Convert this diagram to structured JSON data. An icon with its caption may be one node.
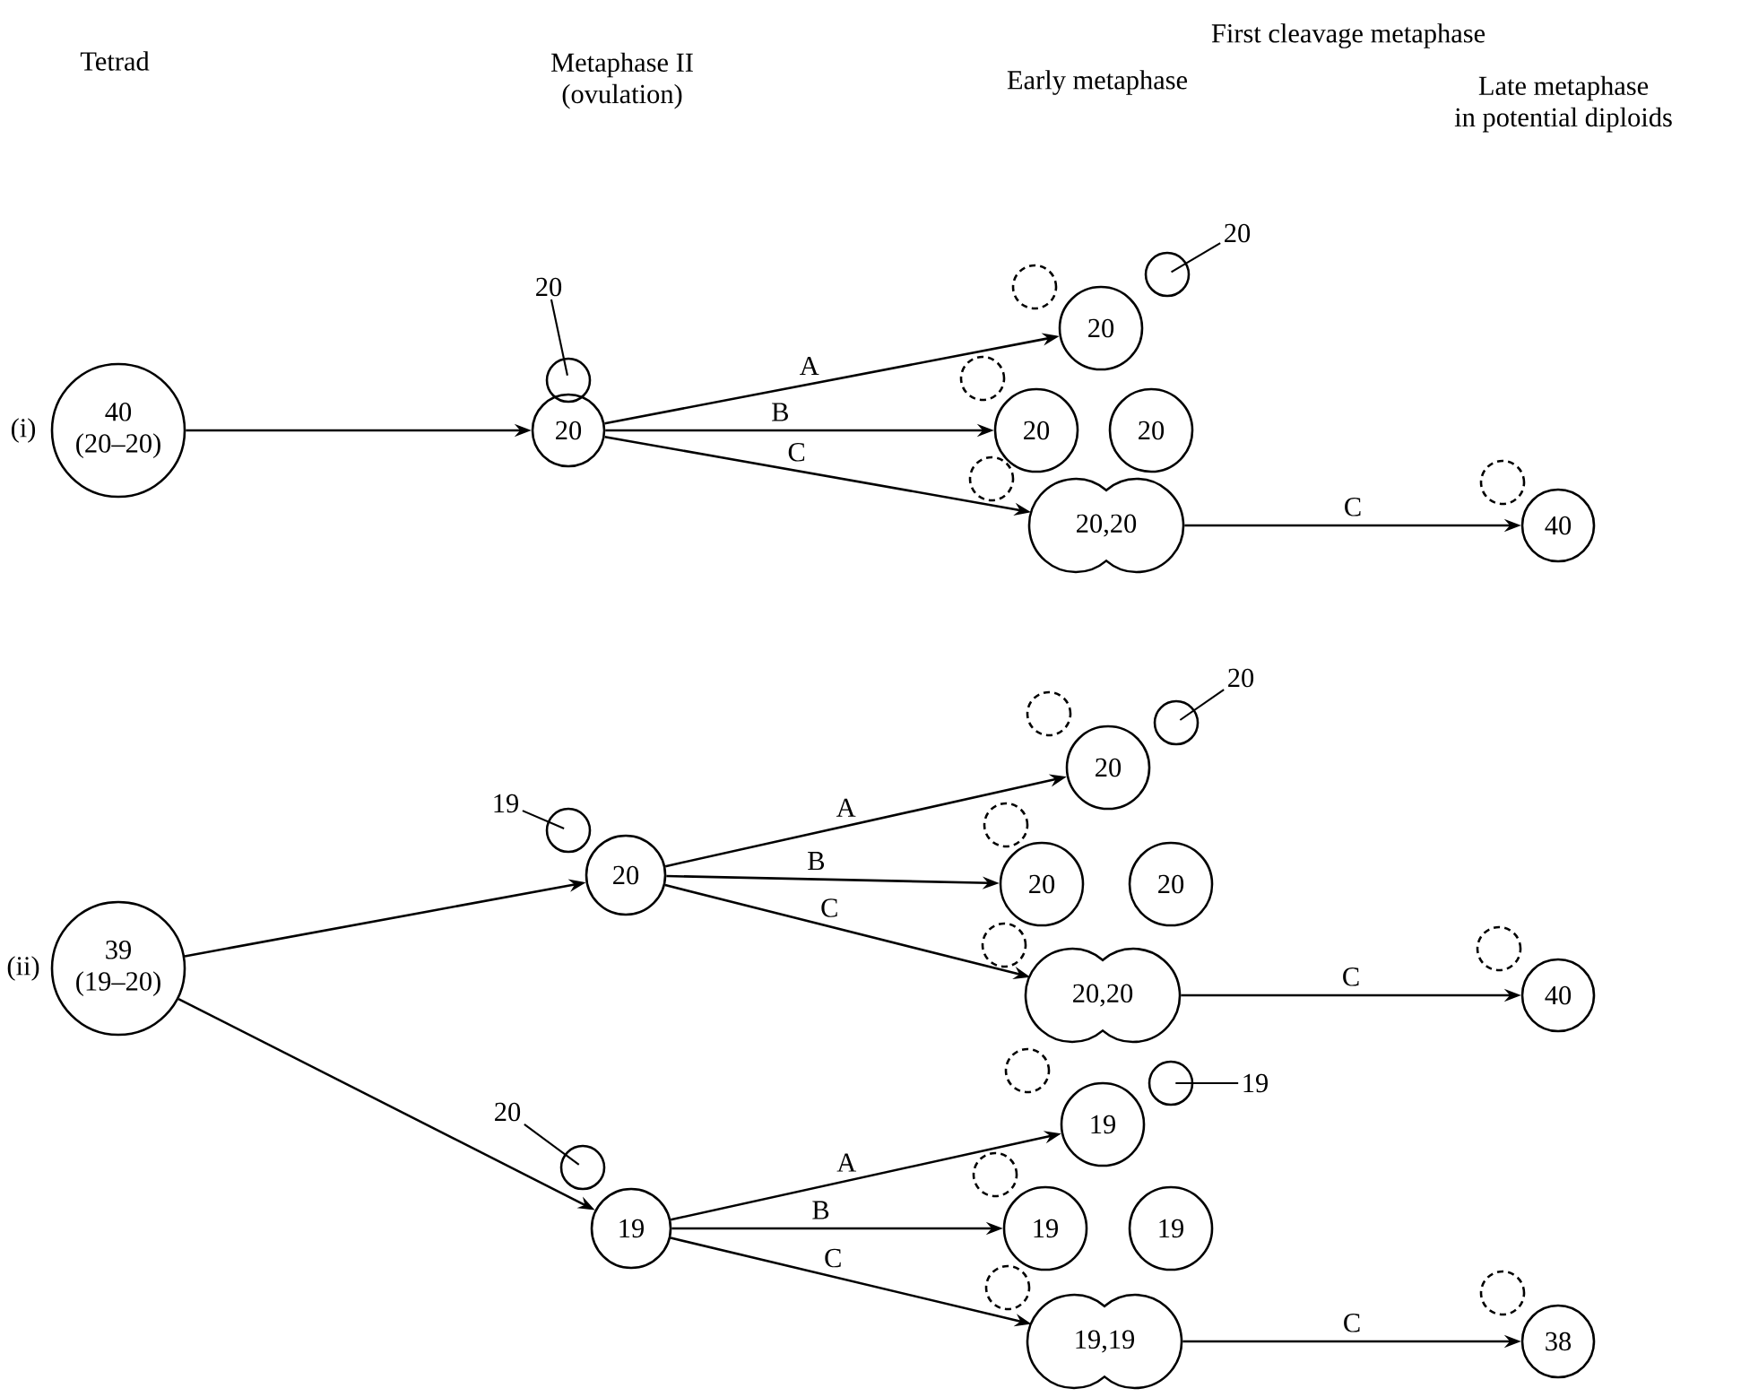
{
  "diagram": {
    "nodes": [
      {
        "text": [
          "40",
          "(20–20)"
        ]
      },
      {
        "text": [
          "20"
        ]
      },
      {
        "text": [],
        "shape": "circle"
      },
      {
        "text": [
          "20"
        ]
      },
      {
        "text": [
          "20"
        ]
      },
      {
        "text": [],
        "shape": "dashed-circle"
      },
      {
        "text": [],
        "shape": "circle"
      },
      {
        "text": [
          "20"
        ]
      },
      {
        "text": [
          "20"
        ]
      },
      {
        "text": [
          "20"
        ]
      },
      {
        "text": [],
        "shape": "dashed-circle"
      },
      {
        "text": [
          "20,20"
        ]
      },
      {
        "text": [],
        "shape": "dashed-circle"
      },
      {
        "text": [
          "40"
        ]
      },
      {
        "text": [],
        "shape": "dashed-circle"
      },
      {
        "text": [
          "39",
          "(19–20)"
        ]
      },
      {
        "text": [
          "20"
        ]
      },
      {
        "text": [],
        "shape": "circle"
      },
      {
        "text": [
          "19"
        ]
      },
      {
        "text": [
          "20"
        ]
      },
      {
        "text": [],
        "shape": "dashed-circle"
      },
      {
        "text": [],
        "shape": "circle"
      },
      {
        "text": [
          "20"
        ]
      },
      {
        "text": [
          "20"
        ]
      },
      {
        "text": [
          "20"
        ]
      },
      {
        "text": [],
        "shape": "dashed-circle"
      },
      {
        "text": [
          "20,20"
        ]
      },
      {
        "text": [],
        "shape": "dashed-circle"
      },
      {
        "text": [
          "40"
        ]
      },
      {
        "text": [],
        "shape": "dashed-circle"
      },
      {
        "text": [
          "19"
        ]
      },
      {
        "text": [],
        "shape": "dashed-circle"
      },
      {
        "text": [],
        "shape": "circle"
      },
      {
        "text": [
          "19"
        ]
      },
      {
        "text": [
          "19"
        ]
      },
      {
        "text": [],
        "shape": "circle"
      },
      {
        "text": [
          "20"
        ]
      },
      {
        "text": [
          "19"
        ]
      },
      {
        "text": [
          "19"
        ]
      },
      {
        "text": [],
        "shape": "dashed-circle"
      },
      {
        "text": [
          "19,19"
        ]
      },
      {
        "text": [],
        "shape": "dashed-circle"
      },
      {
        "text": [
          "38"
        ]
      },
      {
        "text": [],
        "shape": "dashed-circle"
      }
    ],
    "edges": [
      {
        "from": 0,
        "to": 1,
        "arrow": "to"
      },
      {
        "from": 3,
        "to": 2,
        "arrow": "none"
      },
      {
        "from": 1,
        "to": 4,
        "arrow": "to",
        "label": "A"
      },
      {
        "from": 1,
        "to": 8,
        "arrow": "to",
        "label": "B"
      },
      {
        "from": 1,
        "to": 11,
        "arrow": "to",
        "label": "C"
      },
      {
        "from": 7,
        "to": 6,
        "arrow": "none"
      },
      {
        "from": 11,
        "to": 13,
        "arrow": "to",
        "label": "C"
      },
      {
        "from": 15,
        "to": 16,
        "arrow": "to"
      },
      {
        "from": 15,
        "to": 34,
        "arrow": "to"
      },
      {
        "from": 18,
        "to": 17,
        "arrow": "none"
      },
      {
        "from": 16,
        "to": 19,
        "arrow": "to",
        "label": "A"
      },
      {
        "from": 16,
        "to": 23,
        "arrow": "to",
        "label": "B"
      },
      {
        "from": 16,
        "to": 26,
        "arrow": "to",
        "label": "C"
      },
      {
        "from": 22,
        "to": 21,
        "arrow": "none"
      },
      {
        "from": 26,
        "to": 28,
        "arrow": "to",
        "label": "C"
      },
      {
        "from": 33,
        "to": 32,
        "arrow": "none"
      },
      {
        "from": 36,
        "to": 35,
        "arrow": "none"
      },
      {
        "from": 34,
        "to": 30,
        "arrow": "to",
        "label": "A"
      },
      {
        "from": 34,
        "to": 37,
        "arrow": "to",
        "label": "B"
      },
      {
        "from": 34,
        "to": 40,
        "arrow": "to",
        "label": "C"
      },
      {
        "from": 40,
        "to": 42,
        "arrow": "to",
        "label": "C"
      }
    ],
    "labels": [
      "Tetrad",
      "Metaphase II (ovulation)",
      "First cleavage metaphase",
      "Early metaphase",
      "Late metaphase in potential diploids",
      "(i)",
      "(ii)"
    ]
  }
}
